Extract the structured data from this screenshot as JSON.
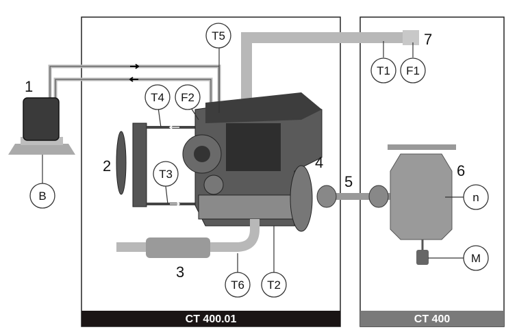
{
  "numbers": {
    "n1": "1",
    "n2": "2",
    "n3": "3",
    "n4": "4",
    "n5": "5",
    "n6": "6",
    "n7": "7"
  },
  "sensors": {
    "T1": "T1",
    "T2": "T2",
    "T3": "T3",
    "T4": "T4",
    "T5": "T5",
    "T6": "T6",
    "F1": "F1",
    "F2": "F2",
    "B": "B",
    "n": "n",
    "M": "M"
  },
  "panels": {
    "left_title": "CT 400.01",
    "right_title": "CT 400"
  },
  "colors": {
    "panel_bar_left": "#1a1414",
    "panel_bar_right": "#7a7a7a",
    "pipe": "#b8b8b8",
    "engine": "#555555"
  }
}
